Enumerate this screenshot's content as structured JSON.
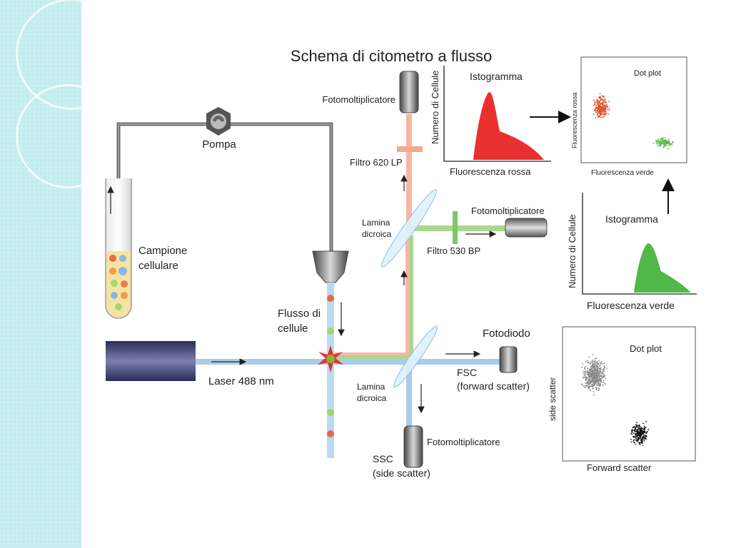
{
  "slide": {
    "title": "Schema di citometro a flusso"
  },
  "labels": {
    "pump": "Pompa",
    "sample": [
      "Campione",
      "cellulare"
    ],
    "flow": [
      "Flusso di",
      "cellule"
    ],
    "laser": "Laser 488 nm",
    "dichroic_top": [
      "Lamina",
      "dicroica"
    ],
    "dichroic_bottom": [
      "Lamina",
      "dicroica"
    ],
    "filter_red": "Filtro 620 LP",
    "filter_green": "Filtro 530 BP",
    "pmt_top": "Fotomoltiplicatore",
    "pmt_green": "Fotomoltiplicatore",
    "pmt_ssc": "Fotomoltiplicatore",
    "photodiode": "Fotodiodo",
    "fsc": [
      "FSC",
      "(forward scatter)"
    ],
    "ssc": [
      "SSC",
      "(side scatter)"
    ]
  },
  "hist_red": {
    "title": "Istogramma",
    "xlabel": "Fluorescenza rossa",
    "ylabel": "Numero di Cellule",
    "color": "#e8302f"
  },
  "hist_green": {
    "title": "Istogramma",
    "xlabel": "Fluorescenza verde",
    "ylabel": "Numero di Cellule",
    "color": "#4fb848"
  },
  "dot_fluor": {
    "title": "Dot plot",
    "xlabel": "Fluorescenza verde",
    "ylabel": "Fluorescenza rossa",
    "colors": [
      "#e0542f",
      "#66bb55"
    ]
  },
  "dot_scatter": {
    "title": "Dot plot",
    "xlabel": "Forward scatter",
    "ylabel": "side scatter",
    "colors": [
      "#888888",
      "#111111"
    ]
  },
  "colors": {
    "laser_beam": "#a9cde8",
    "red_beam": "#f5b7a4",
    "green_beam": "#a9d88e",
    "tube": "#666666",
    "sidebar": "#c7eef2"
  }
}
